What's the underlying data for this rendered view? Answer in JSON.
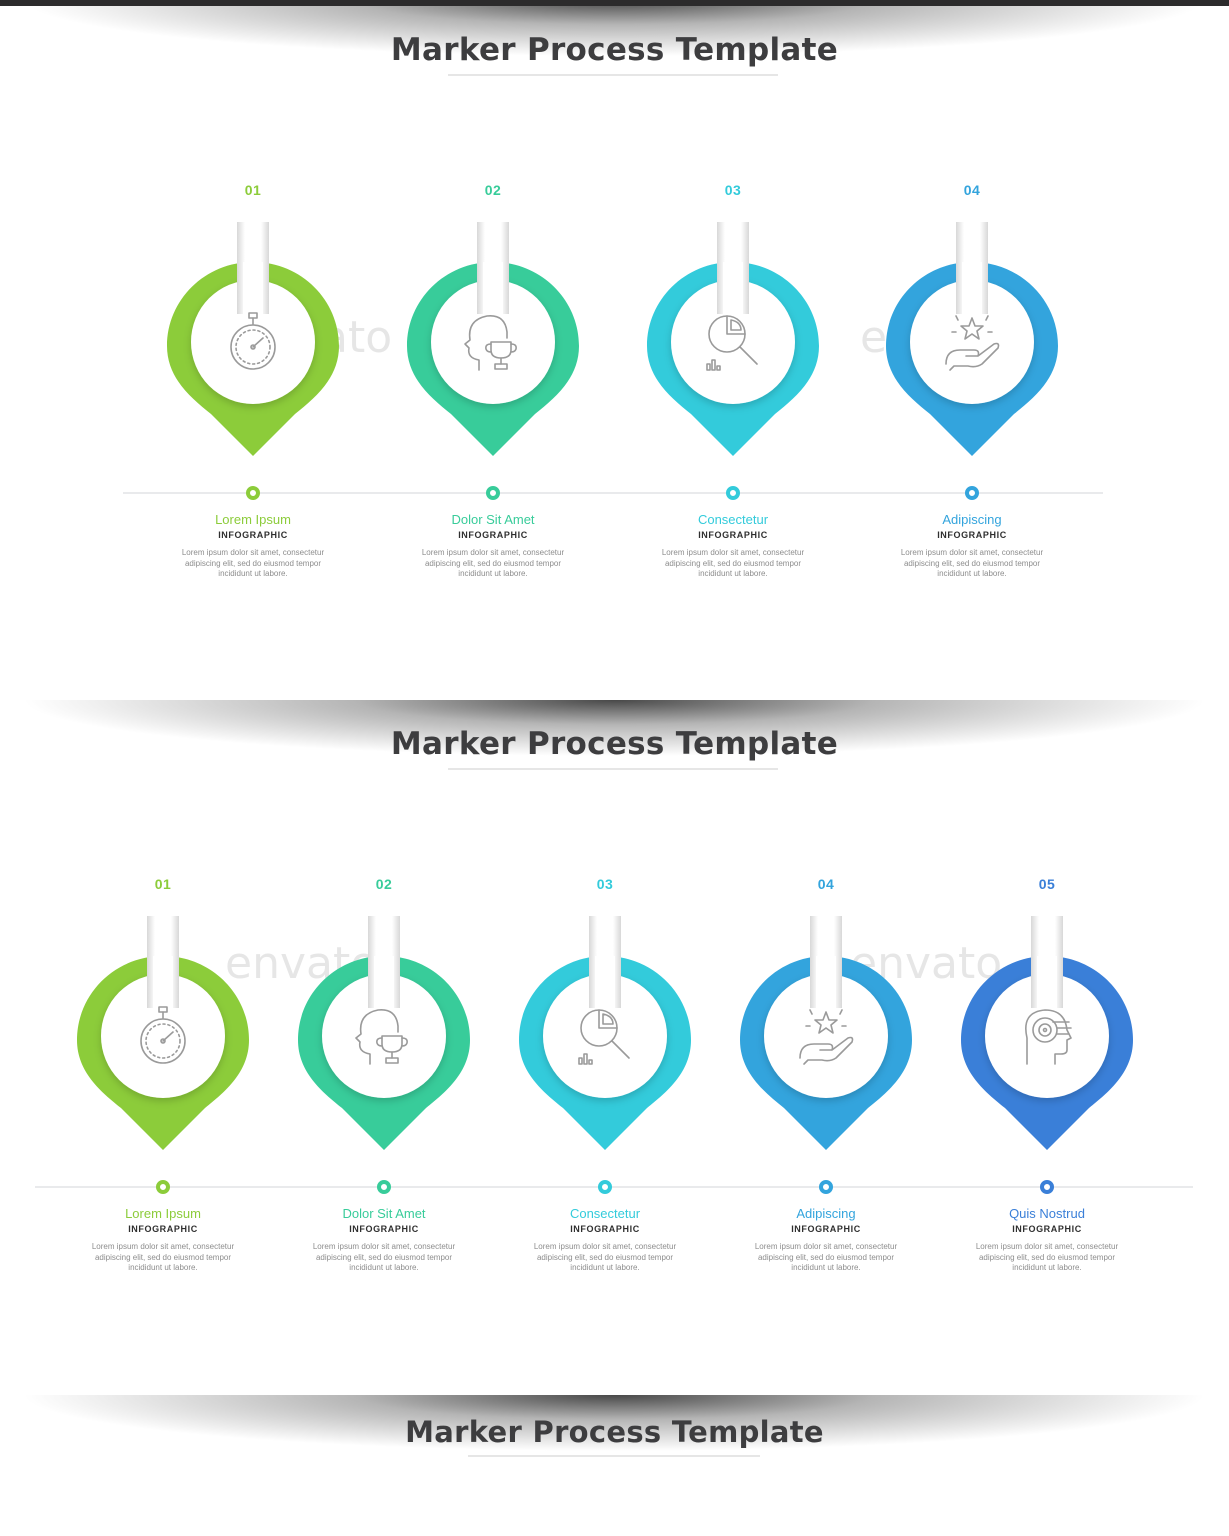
{
  "slides": [
    {
      "title": "Marker Process Template",
      "steps": [
        {
          "number": "01",
          "icon": "stopwatch-icon",
          "title": "Lorem Ipsum",
          "subtitle": "INFOGRAPHIC",
          "body": "Lorem ipsum dolor sit amet, consectetur adipiscing elit, sed do eiusmod tempor incididunt ut labore.",
          "color": "#8ccc3a"
        },
        {
          "number": "02",
          "icon": "head-trophy-icon",
          "title": "Dolor Sit Amet",
          "subtitle": "INFOGRAPHIC",
          "body": "Lorem ipsum dolor sit amet, consectetur adipiscing elit, sed do eiusmod tempor incididunt ut labore.",
          "color": "#38cc9a"
        },
        {
          "number": "03",
          "icon": "pie-chart-magnifier-icon",
          "title": "Consectetur",
          "subtitle": "INFOGRAPHIC",
          "body": "Lorem ipsum dolor sit amet, consectetur adipiscing elit, sed do eiusmod tempor incididunt ut labore.",
          "color": "#33cbdb"
        },
        {
          "number": "04",
          "icon": "hand-stars-icon",
          "title": "Adipiscing",
          "subtitle": "INFOGRAPHIC",
          "body": "Lorem ipsum dolor sit amet, consectetur adipiscing elit, sed do eiusmod tempor incididunt ut labore.",
          "color": "#33a4dd"
        }
      ]
    },
    {
      "title": "Marker Process Template",
      "steps": [
        {
          "number": "01",
          "icon": "stopwatch-icon",
          "title": "Lorem Ipsum",
          "subtitle": "INFOGRAPHIC",
          "body": "Lorem ipsum dolor sit amet, consectetur adipiscing elit, sed do eiusmod tempor incididunt ut labore.",
          "color": "#8ccc3a"
        },
        {
          "number": "02",
          "icon": "head-trophy-icon",
          "title": "Dolor Sit Amet",
          "subtitle": "INFOGRAPHIC",
          "body": "Lorem ipsum dolor sit amet, consectetur adipiscing elit, sed do eiusmod tempor incididunt ut labore.",
          "color": "#38cc9a"
        },
        {
          "number": "03",
          "icon": "pie-chart-magnifier-icon",
          "title": "Consectetur",
          "subtitle": "INFOGRAPHIC",
          "body": "Lorem ipsum dolor sit amet, consectetur adipiscing elit, sed do eiusmod tempor incididunt ut labore.",
          "color": "#33cbdb"
        },
        {
          "number": "04",
          "icon": "hand-stars-icon",
          "title": "Adipiscing",
          "subtitle": "INFOGRAPHIC",
          "body": "Lorem ipsum dolor sit amet, consectetur adipiscing elit, sed do eiusmod tempor incididunt ut labore.",
          "color": "#33a4dd"
        },
        {
          "number": "05",
          "icon": "head-target-icon",
          "title": "Quis Nostrud",
          "subtitle": "INFOGRAPHIC",
          "body": "Lorem ipsum dolor sit amet, consectetur adipiscing elit, sed do eiusmod tempor incididunt ut labore.",
          "color": "#3a7fd8"
        }
      ]
    },
    {
      "title": "Marker Process Template"
    }
  ],
  "watermark": "envato"
}
